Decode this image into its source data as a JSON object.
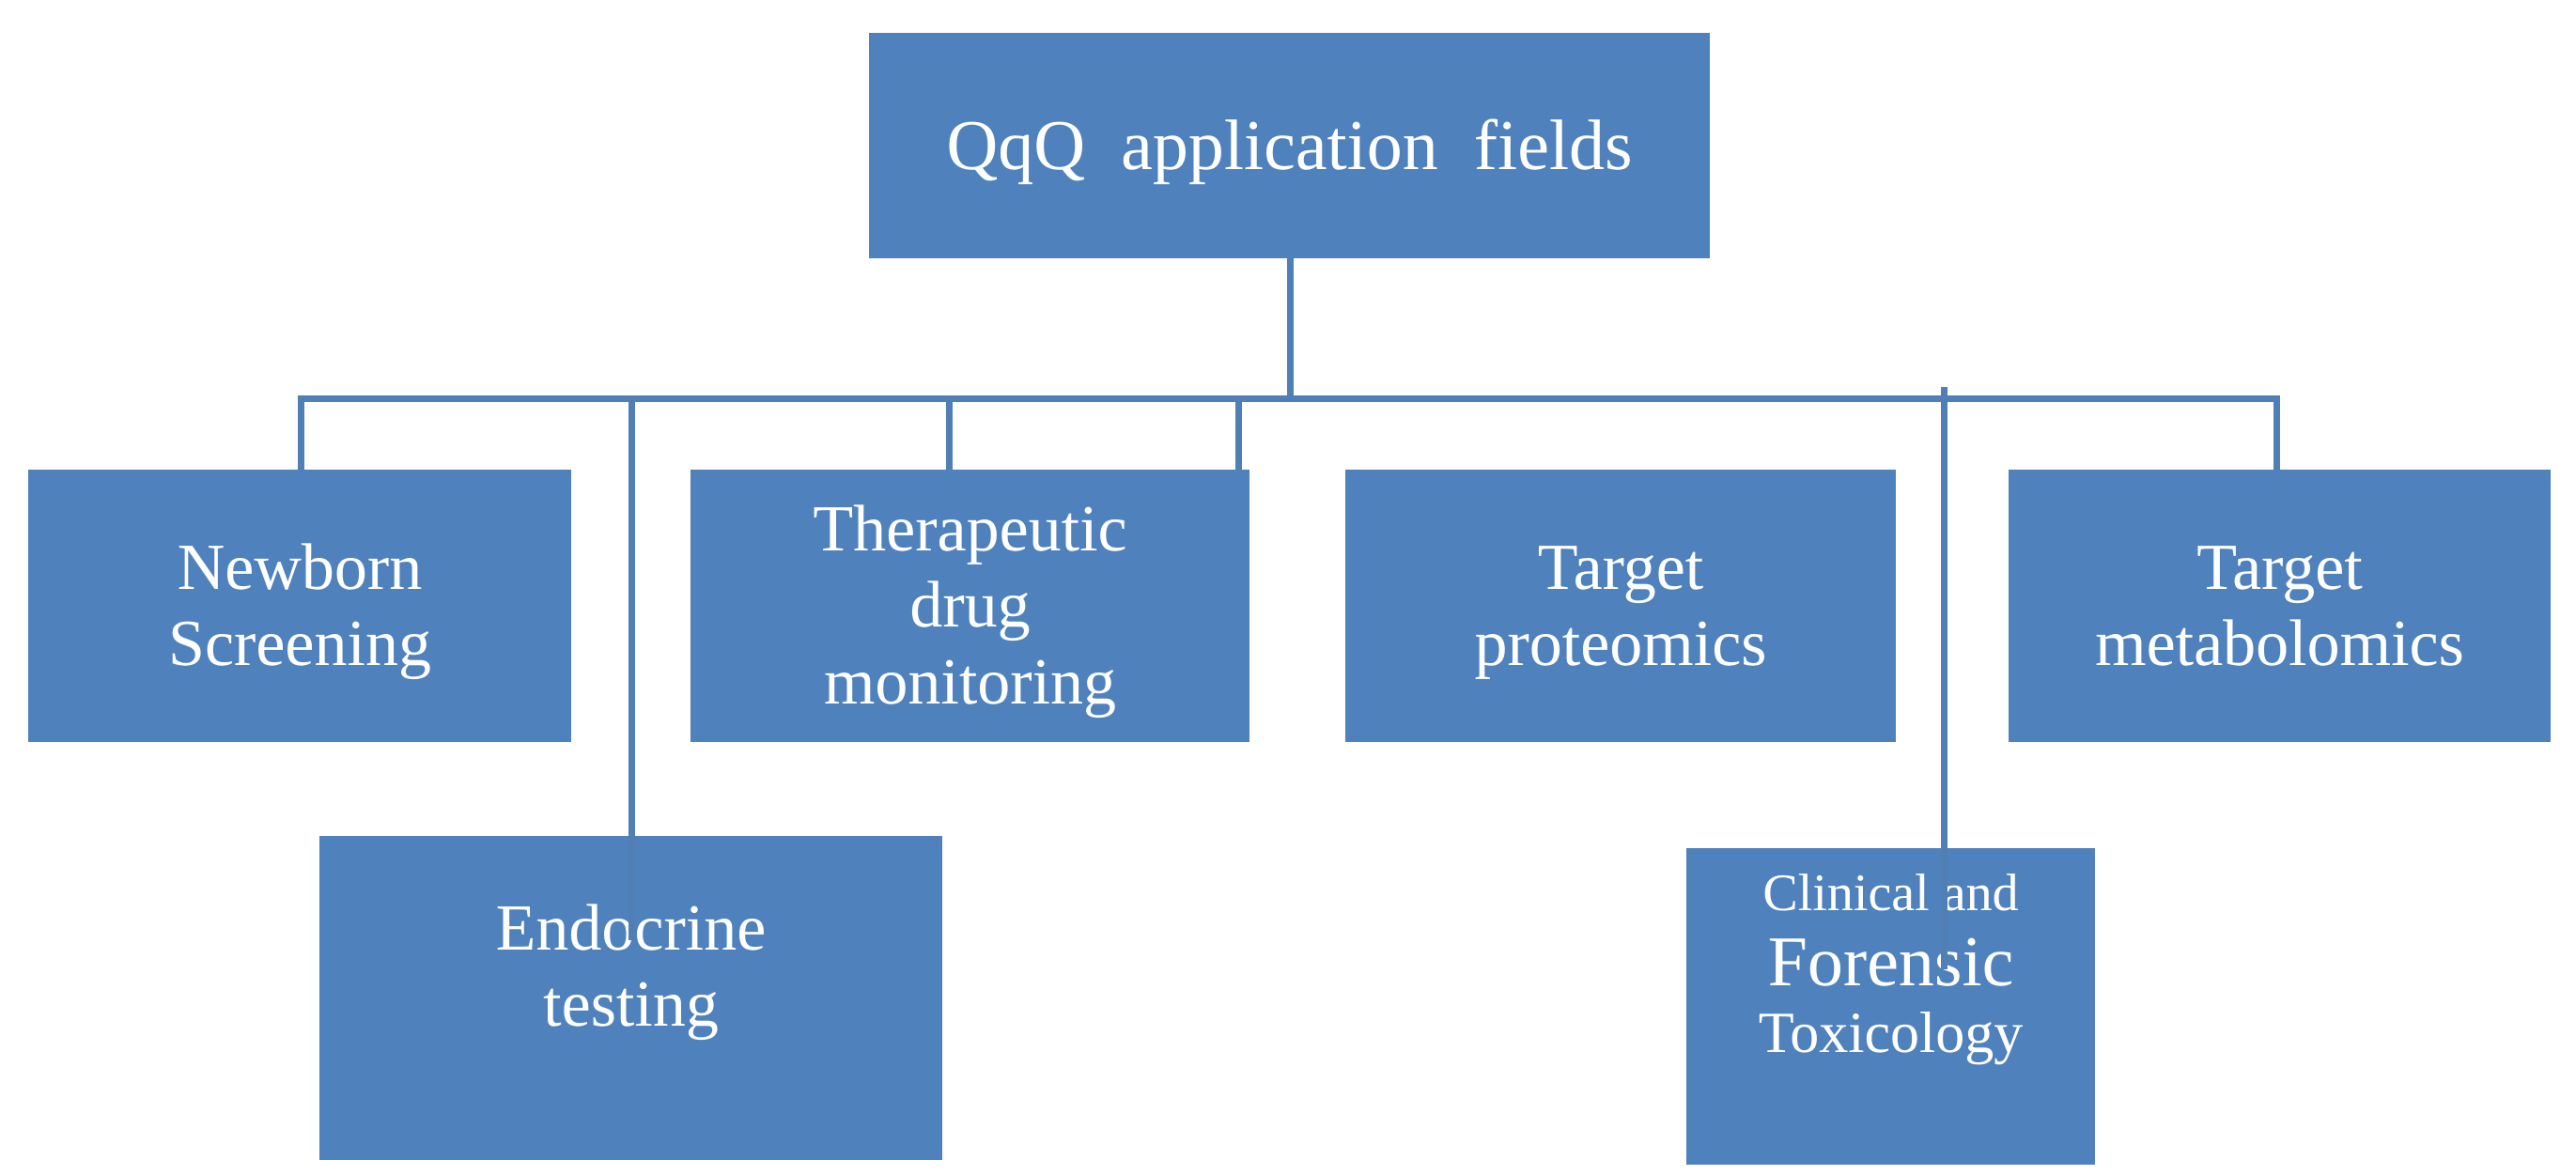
{
  "diagram": {
    "title": "QqQ  application  fields",
    "root": {
      "id": "root",
      "label": "QqQ  application  fields"
    },
    "branches": [
      {
        "id": "newborn",
        "label_line1": "Newborn",
        "label_line2": "Screening"
      },
      {
        "id": "tdm",
        "label_line1": "Therapeutic",
        "label_line2": "drug",
        "label_line3": "monitoring"
      },
      {
        "id": "proteomics",
        "label_line1": "Target",
        "label_line2": "proteomics"
      },
      {
        "id": "metabolomics",
        "label_line1": "Target",
        "label_line2": "metabolomics"
      }
    ],
    "sub_branches": [
      {
        "id": "endocrine",
        "label_line1": "Endocrine",
        "label_line2": "testing"
      },
      {
        "id": "toxicology",
        "label_line1": "Clinical and",
        "label_line2": "Forensic",
        "label_line3": "Toxicology"
      }
    ],
    "colors": {
      "box_fill": "#4F81BD",
      "box_text": "#FFFFFF",
      "connector": "#4F7FB5",
      "background": "#FFFFFF"
    }
  }
}
